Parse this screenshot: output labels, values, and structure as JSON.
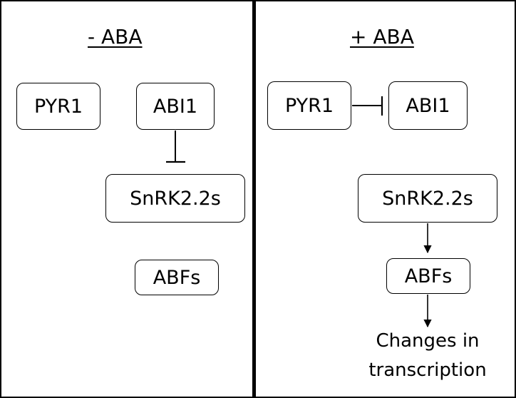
{
  "left_panel": {
    "title": "- ABA",
    "boxes": {
      "pyr1": "PYR1",
      "abi1": "ABI1",
      "snrk": "SnRK2.2s",
      "abfs": "ABFs"
    }
  },
  "right_panel": {
    "title": "+ ABA",
    "boxes": {
      "pyr1": "PYR1",
      "abi1": "ABI1",
      "snrk": "SnRK2.2s",
      "abfs": "ABFs"
    },
    "outcome": {
      "line1": "Changes in",
      "line2": "transcription"
    }
  },
  "colors": {
    "stroke": "#000000",
    "background": "#ffffff"
  }
}
